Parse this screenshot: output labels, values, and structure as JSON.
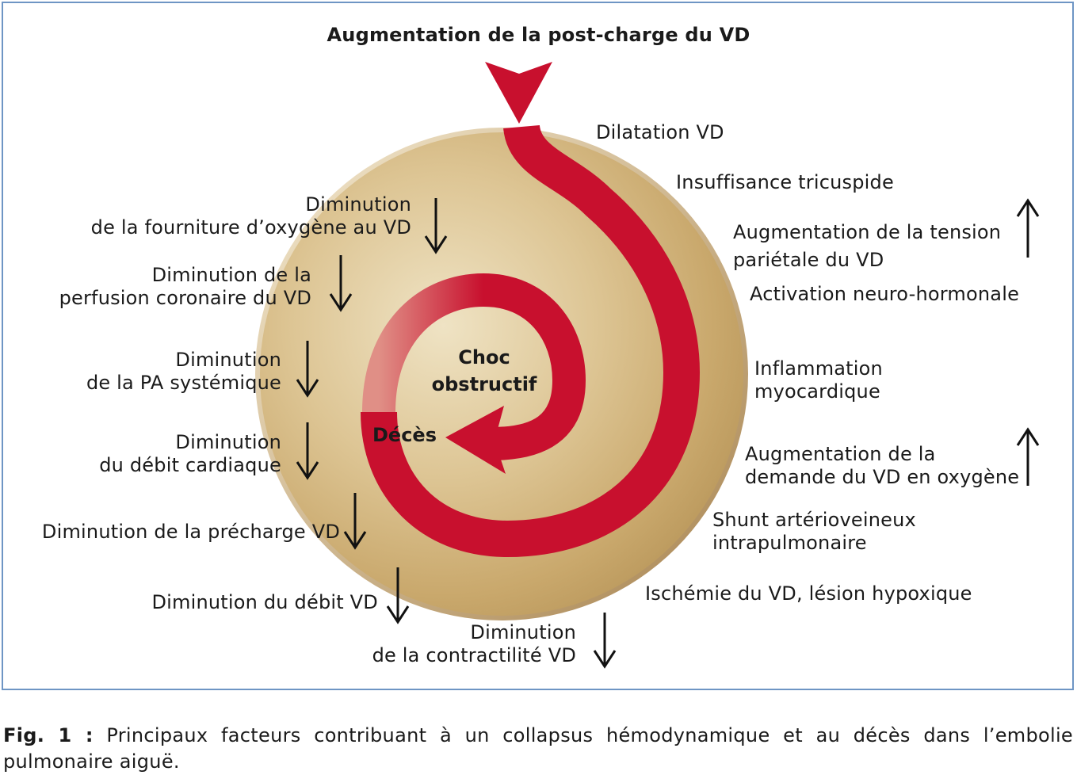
{
  "title": "Augmentation de la post-charge du VD",
  "center": {
    "line1": "Choc",
    "line2": "obstructif",
    "end": "Décès"
  },
  "right": {
    "dilatation": "Dilatation VD",
    "tricuspide": "Insuffisance tricuspide",
    "tension1": "Augmentation de la tension",
    "tension2": "pariétale du VD",
    "neuro": "Activation neuro-hormonale",
    "inflam1": "Inflammation",
    "inflam2": "myocardique",
    "demande1": "Augmentation de la",
    "demande2": "demande du VD en oxygène",
    "shunt1": "Shunt artérioveineux",
    "shunt2": "intrapulmonaire",
    "ischemie": "Ischémie du VD, lésion hypoxique"
  },
  "left": {
    "fourniture1": "Diminution",
    "fourniture2": "de la fourniture d’oxygène au VD",
    "perfusion1": "Diminution de la",
    "perfusion2": "perfusion coronaire du VD",
    "pa1": "Diminution",
    "pa2": "de la PA systémique",
    "debit1": "Diminution",
    "debit2": "du débit cardiaque",
    "precharge": "Diminution de la précharge VD",
    "debitvd": "Diminution du débit VD",
    "contract1": "Diminution",
    "contract2": "de la contractilité VD"
  },
  "caption": {
    "label": "Fig. 1 :",
    "text": "Principaux facteurs contribuant à un collapsus hémodynamique et au décès dans l’embolie pulmonaire aiguë."
  },
  "colors": {
    "disc": "#d9bf8c",
    "spiral": "#c8102e",
    "frame": "#6e95c4"
  }
}
